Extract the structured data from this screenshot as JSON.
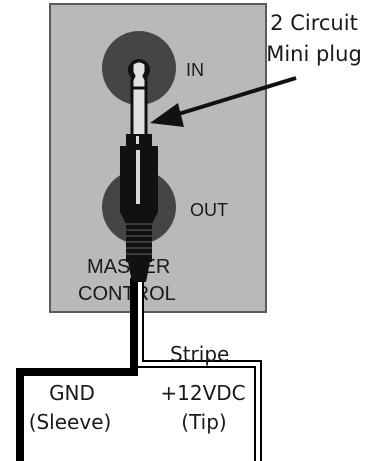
{
  "callout": {
    "line1": "2 Circuit",
    "line2": "Mini plug"
  },
  "panel": {
    "jack_in_label": "IN",
    "jack_out_label": "OUT",
    "caption_line1": "MASTER",
    "caption_line2": "CONTROL"
  },
  "cable": {
    "stripe_label": "Stripe",
    "gnd_label": "GND",
    "gnd_sub": "(Sleeve)",
    "tip_label": "+12VDC",
    "tip_sub": "(Tip)"
  },
  "colors": {
    "panel_fill": "#b9b9bb",
    "panel_border": "#5c5c5e",
    "jack_fill": "#454547",
    "plug_body": "#111111",
    "plug_metal": "#d9d9d9",
    "wire_black": "#000000",
    "wire_striped": "#ffffff"
  }
}
